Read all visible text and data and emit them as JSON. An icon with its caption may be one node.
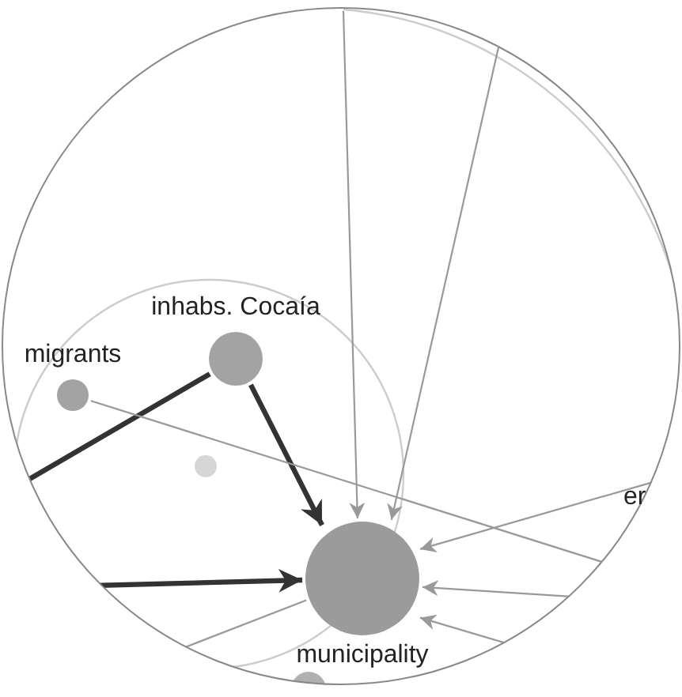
{
  "diagram": {
    "nodes": [
      {
        "text": [
          "inhabs. Cocaía"
        ]
      },
      {
        "text": [
          "migrants"
        ]
      },
      {
        "text": [],
        "shape": "circle"
      },
      {
        "text": [
          "municipality"
        ]
      },
      {
        "text": [],
        "shape": "circle"
      }
    ],
    "edges": [
      {
        "from": 0,
        "to": 3,
        "arrow": "to",
        "style": "thick",
        "color": "#333333"
      },
      {
        "from": 0,
        "to": null,
        "arrow": "none",
        "style": "thick",
        "color": "#333333"
      },
      {
        "from": null,
        "to": 3,
        "arrow": "to",
        "style": "thick",
        "color": "#333333"
      },
      {
        "from": 1,
        "to": null,
        "arrow": "none"
      },
      {
        "from": null,
        "to": 3,
        "arrow": "to"
      },
      {
        "from": null,
        "to": 3,
        "arrow": "to"
      },
      {
        "from": null,
        "to": 3,
        "arrow": "to"
      },
      {
        "from": null,
        "to": 3,
        "arrow": "to"
      },
      {
        "from": null,
        "to": 3,
        "arrow": "to"
      },
      {
        "from": 3,
        "to": null,
        "arrow": "none"
      }
    ],
    "labels": [
      "er"
    ]
  }
}
